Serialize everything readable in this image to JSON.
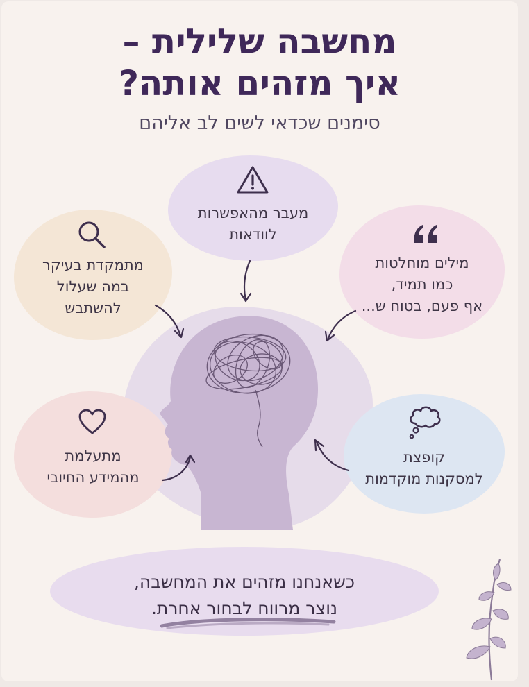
{
  "title": {
    "line1": "מחשבה שלילית –",
    "line2": "איך מזהים אותה?"
  },
  "subtitle": "סימנים שכדאי לשים לב אליהם",
  "bubbles": {
    "top": {
      "icon": "warning-triangle-icon",
      "line1": "מעבר מהאפשרות",
      "line2": "לוודאות"
    },
    "upper_left": {
      "icon": "magnifier-icon",
      "line1": "מתמקדת בעיקר",
      "line2": "במה שעלול",
      "line3": "להשתבש"
    },
    "upper_right": {
      "icon": "quote-marks-icon",
      "line1": "מילים מוחלטות",
      "line2": "כמו תמיד,",
      "line3": "אף פעם, בטוח ש..."
    },
    "lower_left": {
      "icon": "heart-outline-icon",
      "line1": "מתעלמת",
      "line2": "מהמידע החיובי"
    },
    "lower_right": {
      "icon": "thought-cloud-icon",
      "line1": "קופצת",
      "line2": "למסקנות מוקדמות"
    }
  },
  "summary": {
    "line1": "כשאנחנו מזהים את המחשבה,",
    "line2": "נוצר מרווח לבחור אחרת."
  },
  "colors": {
    "title": "#3f2859",
    "bubble_top": "#e7dcef",
    "bubble_upper_left": "#f4e6d6",
    "bubble_upper_right": "#f3dde8",
    "bubble_lower_left": "#f4dedd",
    "bubble_lower_right": "#dde6f2",
    "head": "#c8b6d2",
    "icon": "#3e2f4d"
  }
}
